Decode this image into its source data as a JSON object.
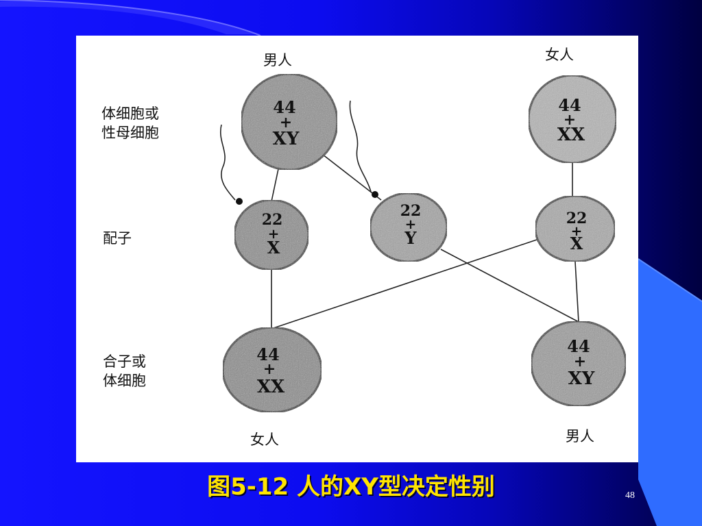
{
  "caption": "图5-12  人的XY型决定性别",
  "page_number": "48",
  "row_labels": {
    "parent_cells": "体细胞或\n性母细胞",
    "gametes": "配子",
    "offspring": "合子或\n体细胞"
  },
  "sex_labels": {
    "top_male": "男人",
    "top_female": "女人",
    "bottom_female": "女人",
    "bottom_male": "男人"
  },
  "cells": {
    "father": {
      "autosomes": "44",
      "plus": "+",
      "sex_chromosomes": "XY"
    },
    "mother": {
      "autosomes": "44",
      "plus": "+",
      "sex_chromosomes": "XX"
    },
    "sperm_x": {
      "autosomes": "22",
      "plus": "+",
      "sex_chromosomes": "X"
    },
    "sperm_y": {
      "autosomes": "22",
      "plus": "+",
      "sex_chromosomes": "Y"
    },
    "egg_x": {
      "autosomes": "22",
      "plus": "+",
      "sex_chromosomes": "X"
    },
    "daughter": {
      "autosomes": "44",
      "plus": "+",
      "sex_chromosomes": "XX"
    },
    "son": {
      "autosomes": "44",
      "plus": "+",
      "sex_chromosomes": "XY"
    }
  },
  "colors": {
    "caption": "#ffe400",
    "slide_blue": "#1414ff",
    "cell_fill": "#8e8e8e"
  }
}
